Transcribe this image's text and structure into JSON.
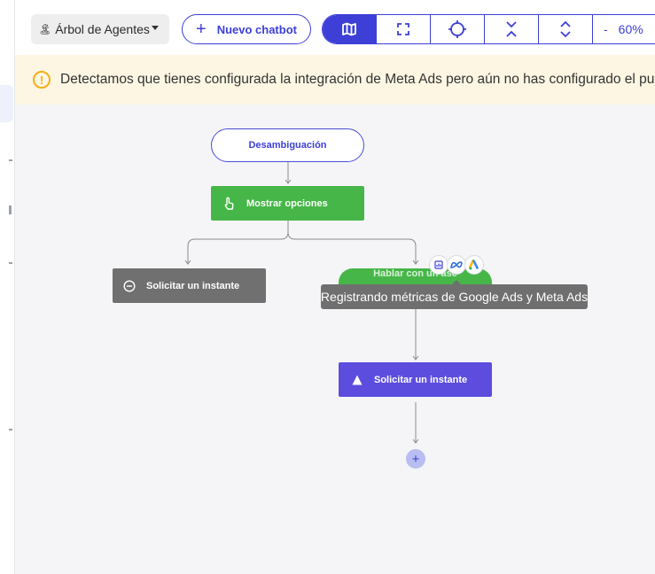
{
  "toolbar": {
    "agent_select": {
      "emoji": "🏝",
      "label": "Árbol de Agentes"
    },
    "new_chatbot_label": "Nuevo chatbot",
    "tools": [
      {
        "name": "map-view",
        "icon": "map-icon",
        "active": true
      },
      {
        "name": "fit-screen",
        "icon": "fullscreen-icon",
        "active": false
      },
      {
        "name": "center",
        "icon": "crosshair-icon",
        "active": false
      },
      {
        "name": "collapse-all",
        "icon": "collapse-icon",
        "active": false
      },
      {
        "name": "expand-all",
        "icon": "expand-icon",
        "active": false
      }
    ],
    "zoom": {
      "minus": "-",
      "value": "60%"
    }
  },
  "banner": {
    "icon": "warning-icon",
    "message": "Detectamos que tienes configurada la integración de Meta Ads pero aún no has configurado el punt"
  },
  "flow": {
    "start_label": "Desambiguación",
    "options_label": "Mostrar opciones",
    "left_label": "Solicitar un instante",
    "right_label": "Hablar con un ase",
    "bottom_label": "Solicitar un instante",
    "tooltip": "Registrando métricas de Google Ads y Meta Ads",
    "badges": [
      "analytics-badge-icon",
      "meta-badge-icon",
      "google-ads-badge-icon"
    ],
    "add_label": "+"
  },
  "colors": {
    "primary": "#3d3fd6",
    "green": "#46b648",
    "gray": "#707070",
    "purple": "#5c4dde",
    "banner_bg": "#fdf6e3",
    "warning": "#f3b016"
  }
}
